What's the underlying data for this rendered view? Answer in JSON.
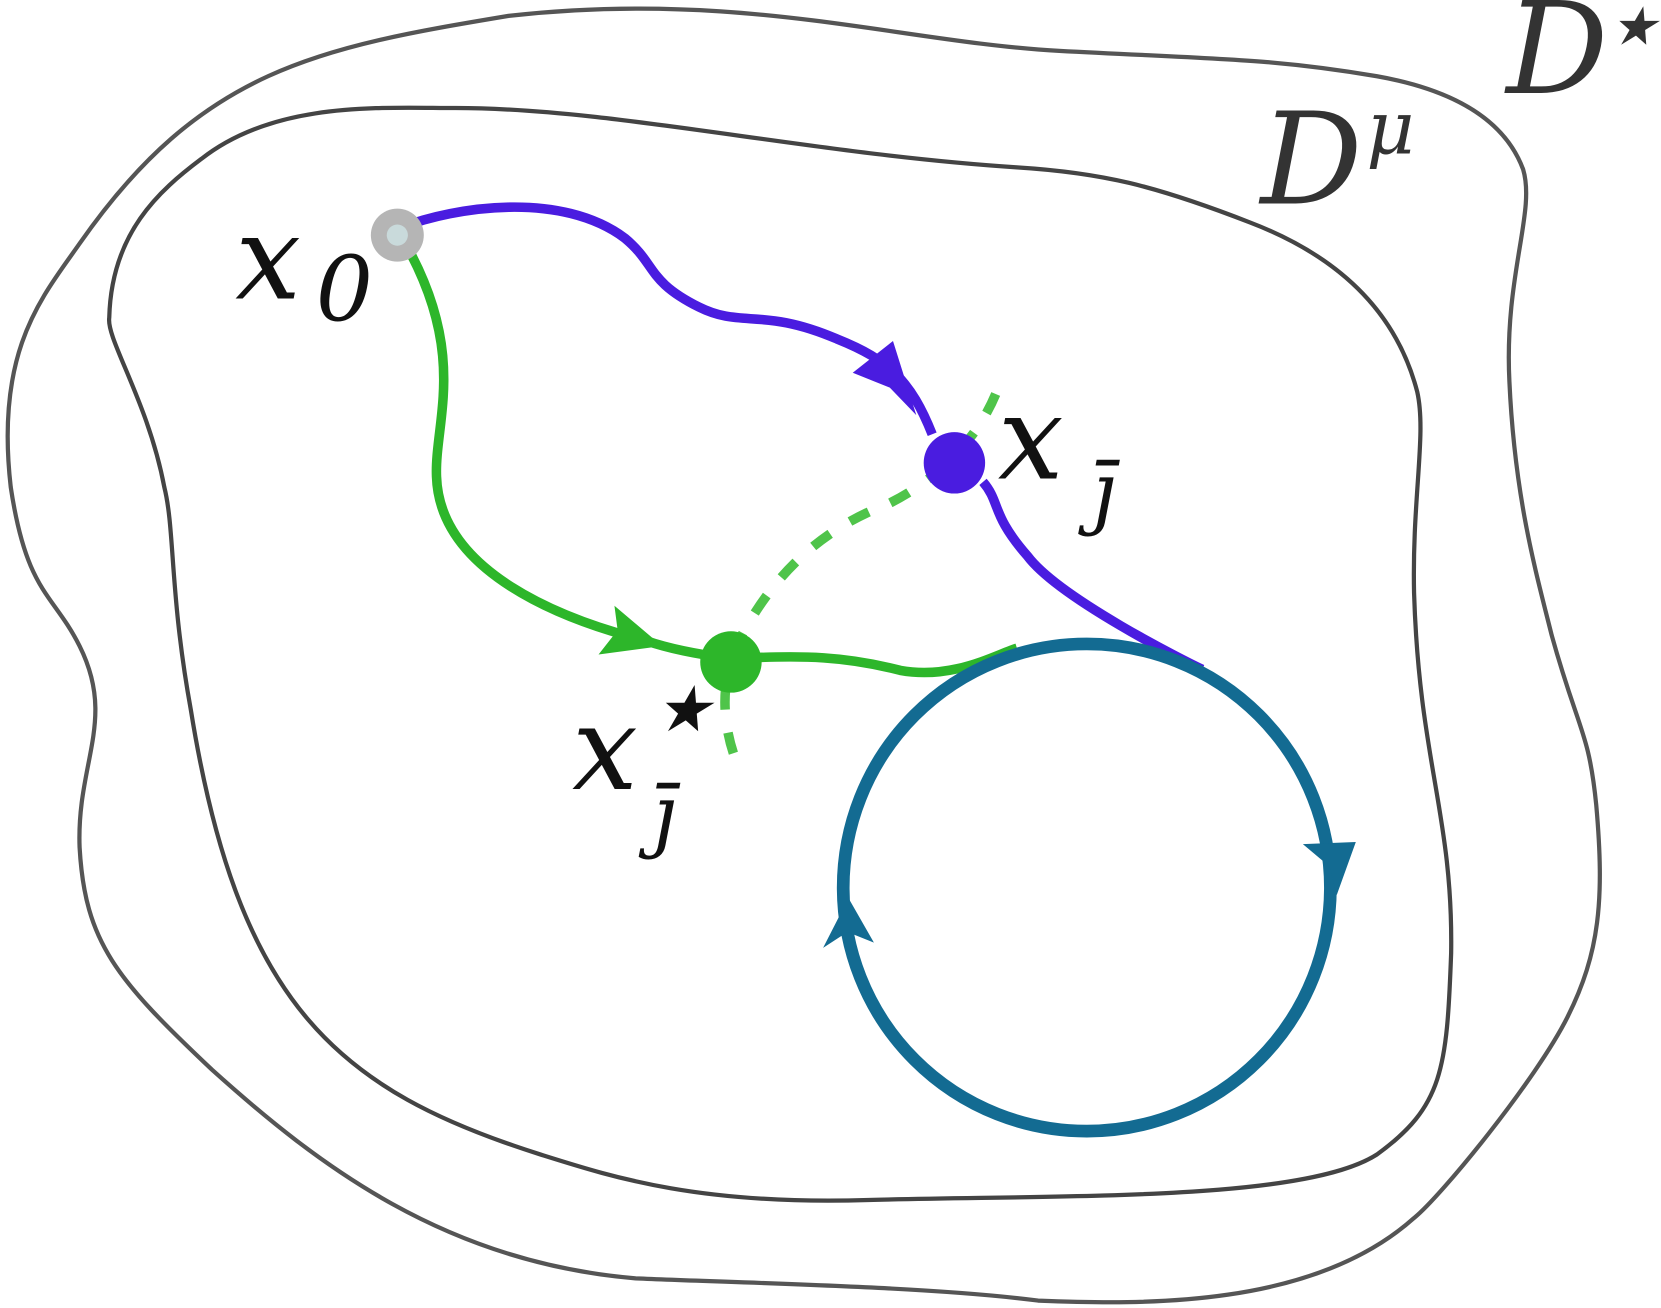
{
  "labels": {
    "outer_region": "D",
    "outer_region_sup": "★",
    "inner_region": "D",
    "inner_region_sup": "μ",
    "start_point": "x",
    "start_point_sub": "0",
    "purple_point": "x",
    "purple_point_sub": "j̄",
    "green_point": "x",
    "green_point_sup": "★",
    "green_point_sub": "j̄"
  },
  "colors": {
    "boundary": "#555555",
    "purple_path": "#4a1ce0",
    "green_path": "#2db62a",
    "green_dotted": "#4fc44a",
    "loop": "#136b92",
    "start_point": "#b5b5b5"
  }
}
